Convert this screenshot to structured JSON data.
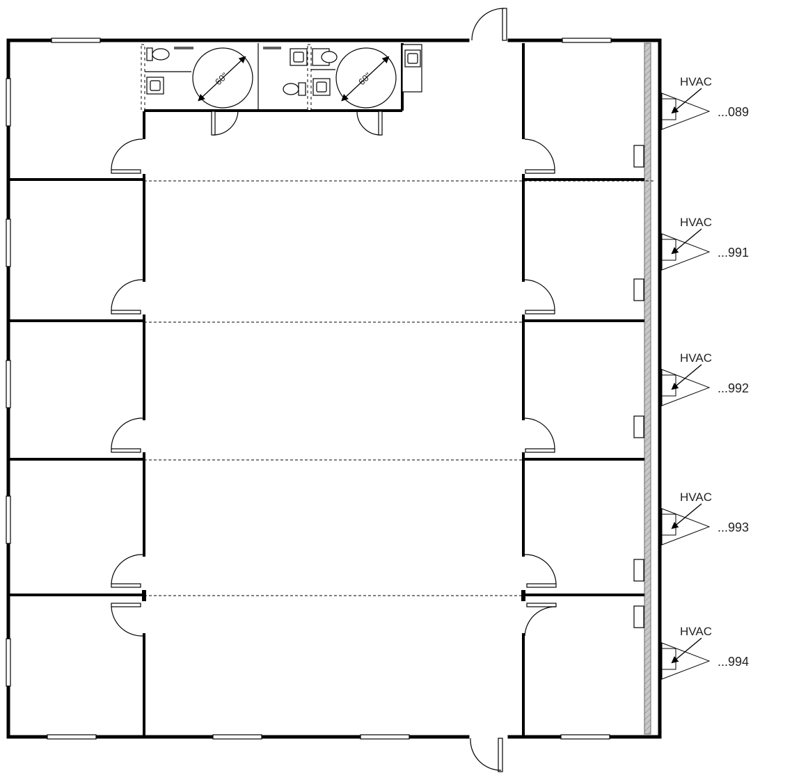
{
  "plan": {
    "turning_circles": [
      {
        "label": "60\""
      },
      {
        "label": "60\""
      }
    ],
    "hvac_units": [
      {
        "label": "HVAC",
        "id_label": "...089"
      },
      {
        "label": "HVAC",
        "id_label": "...991"
      },
      {
        "label": "HVAC",
        "id_label": "...992"
      },
      {
        "label": "HVAC",
        "id_label": "...993"
      },
      {
        "label": "HVAC",
        "id_label": "...994"
      }
    ]
  }
}
